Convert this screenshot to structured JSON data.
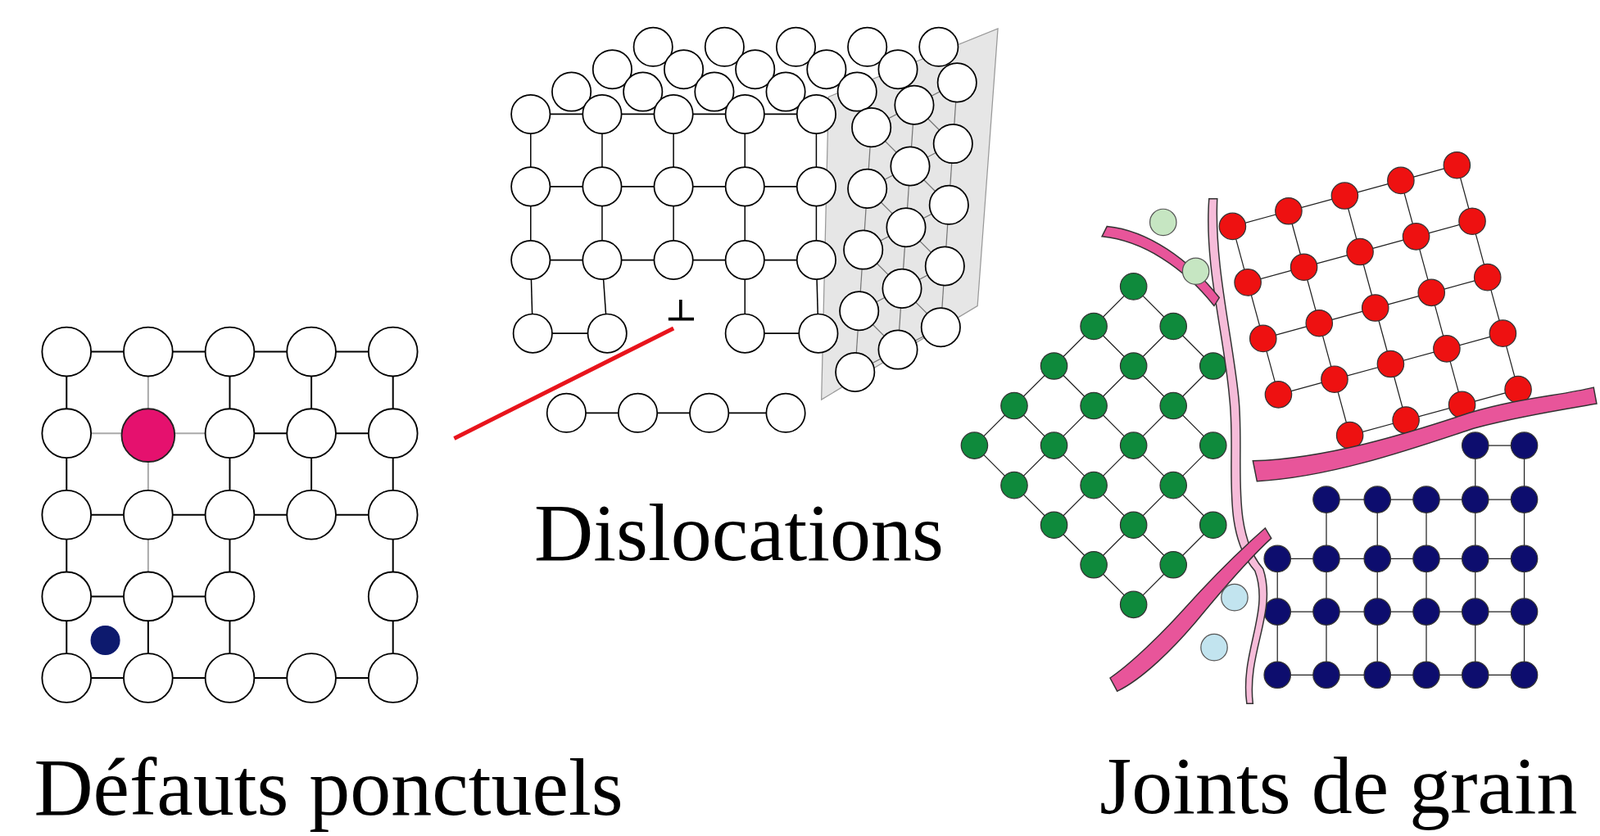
{
  "diagram": {
    "labels": [
      "Défauts ponctuels",
      "Dislocations",
      "Joints de grain"
    ]
  }
}
